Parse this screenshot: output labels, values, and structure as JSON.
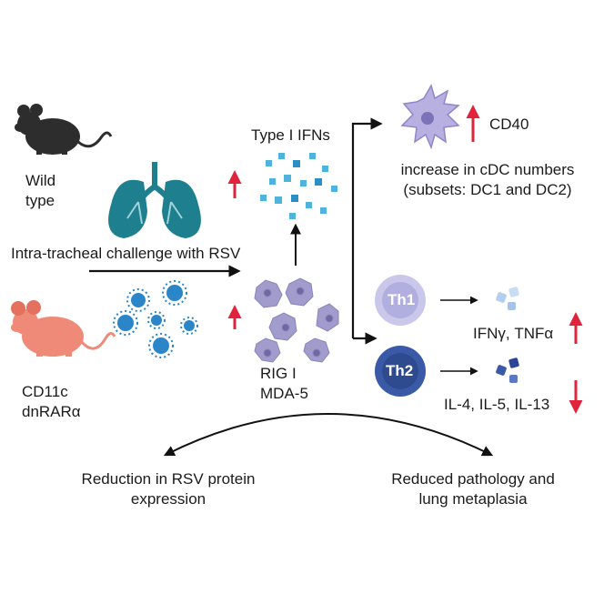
{
  "labels": {
    "wild_type_line1": "Wild",
    "wild_type_line2": "type",
    "challenge": "Intra-tracheal challenge with RSV",
    "cd11c_line1": "CD11c",
    "cd11c_line2": "dnRARα",
    "type1_ifns": "Type I IFNs",
    "rig1": "RIG I",
    "mda5": "MDA-5",
    "cd40": "CD40",
    "cdc_line1": "increase in cDC numbers",
    "cdc_line2": "(subsets: DC1 and DC2)",
    "th1": "Th1",
    "th2": "Th2",
    "th1_cytokines": "IFNγ, TNFα",
    "th2_cytokines": "IL-4, IL-5, IL-13",
    "outcome_left_line1": "Reduction in RSV protein",
    "outcome_left_line2": "expression",
    "outcome_right_line1": "Reduced pathology and",
    "outcome_right_line2": "lung metaplasia"
  },
  "colors": {
    "up_arrow": "#e0243c",
    "down_arrow": "#e0243c",
    "black_mouse": "#2d2d2d",
    "transgenic_mouse": "#f08a78",
    "lung": "#1e7f8e",
    "virus": "#2a86c8",
    "ifn_dots": "#4fb3dc",
    "cell": "#a29ccd",
    "dendritic_cell": "#b9b0e2",
    "th1": "#c9c7ea",
    "th2": "#3a5aa8"
  },
  "icons": [
    "mouse-icon",
    "lung-icon",
    "virus-icon",
    "immune-cell-icon",
    "dendritic-cell-icon"
  ]
}
